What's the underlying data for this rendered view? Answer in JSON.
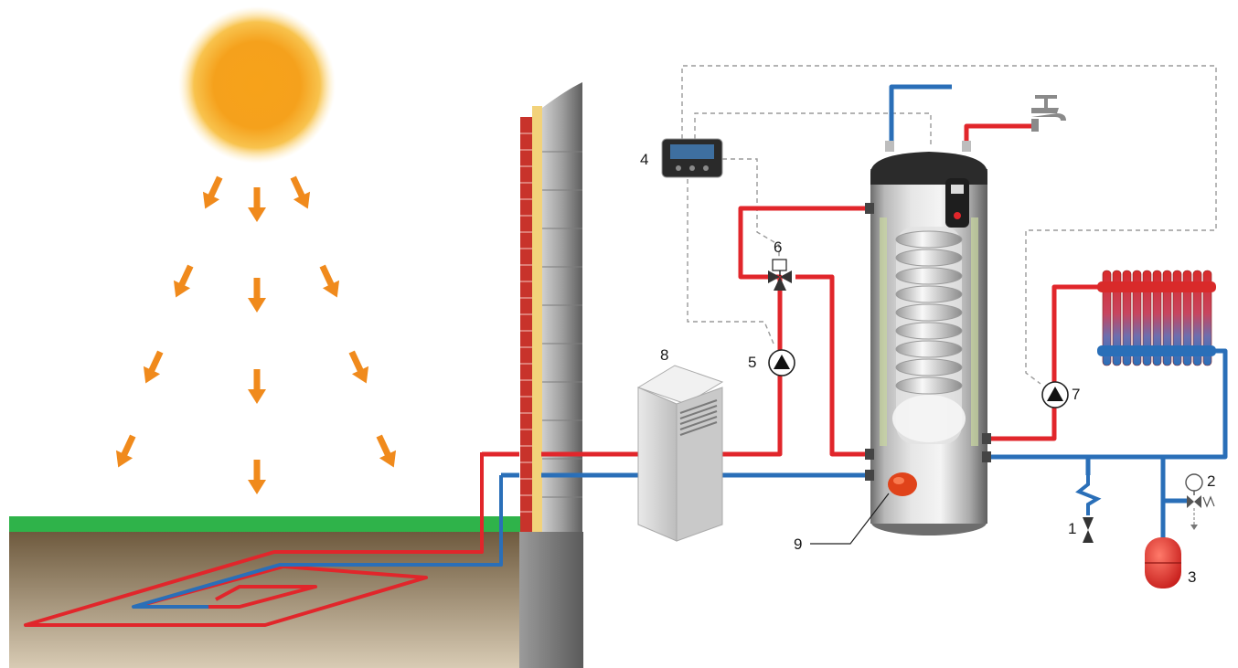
{
  "diagram": {
    "callouts": [
      {
        "id": "1",
        "label": "1"
      },
      {
        "id": "2",
        "label": "2"
      },
      {
        "id": "3",
        "label": "3"
      },
      {
        "id": "4",
        "label": "4"
      },
      {
        "id": "5",
        "label": "5"
      },
      {
        "id": "6",
        "label": "6"
      },
      {
        "id": "7",
        "label": "7"
      },
      {
        "id": "8",
        "label": "8"
      },
      {
        "id": "9",
        "label": "9"
      }
    ],
    "colors": {
      "hot_pipe": "#e1262b",
      "cold_pipe": "#2a6fb8",
      "sun_arrow": "#f08a1c",
      "grass": "#2fb34a",
      "soil": "#7a6445",
      "brick": "#c8332b",
      "insulation": "#f2d27a",
      "control_wire": "#9a9a9a"
    },
    "icons": [
      "sun-icon",
      "faucet-icon",
      "controller-icon",
      "pump-icon",
      "three-way-valve-icon",
      "radiator-icon",
      "expansion-vessel-icon",
      "heat-pump-unit-icon",
      "immersion-heater-icon",
      "safety-valve-icon",
      "check-valve-icon"
    ]
  }
}
